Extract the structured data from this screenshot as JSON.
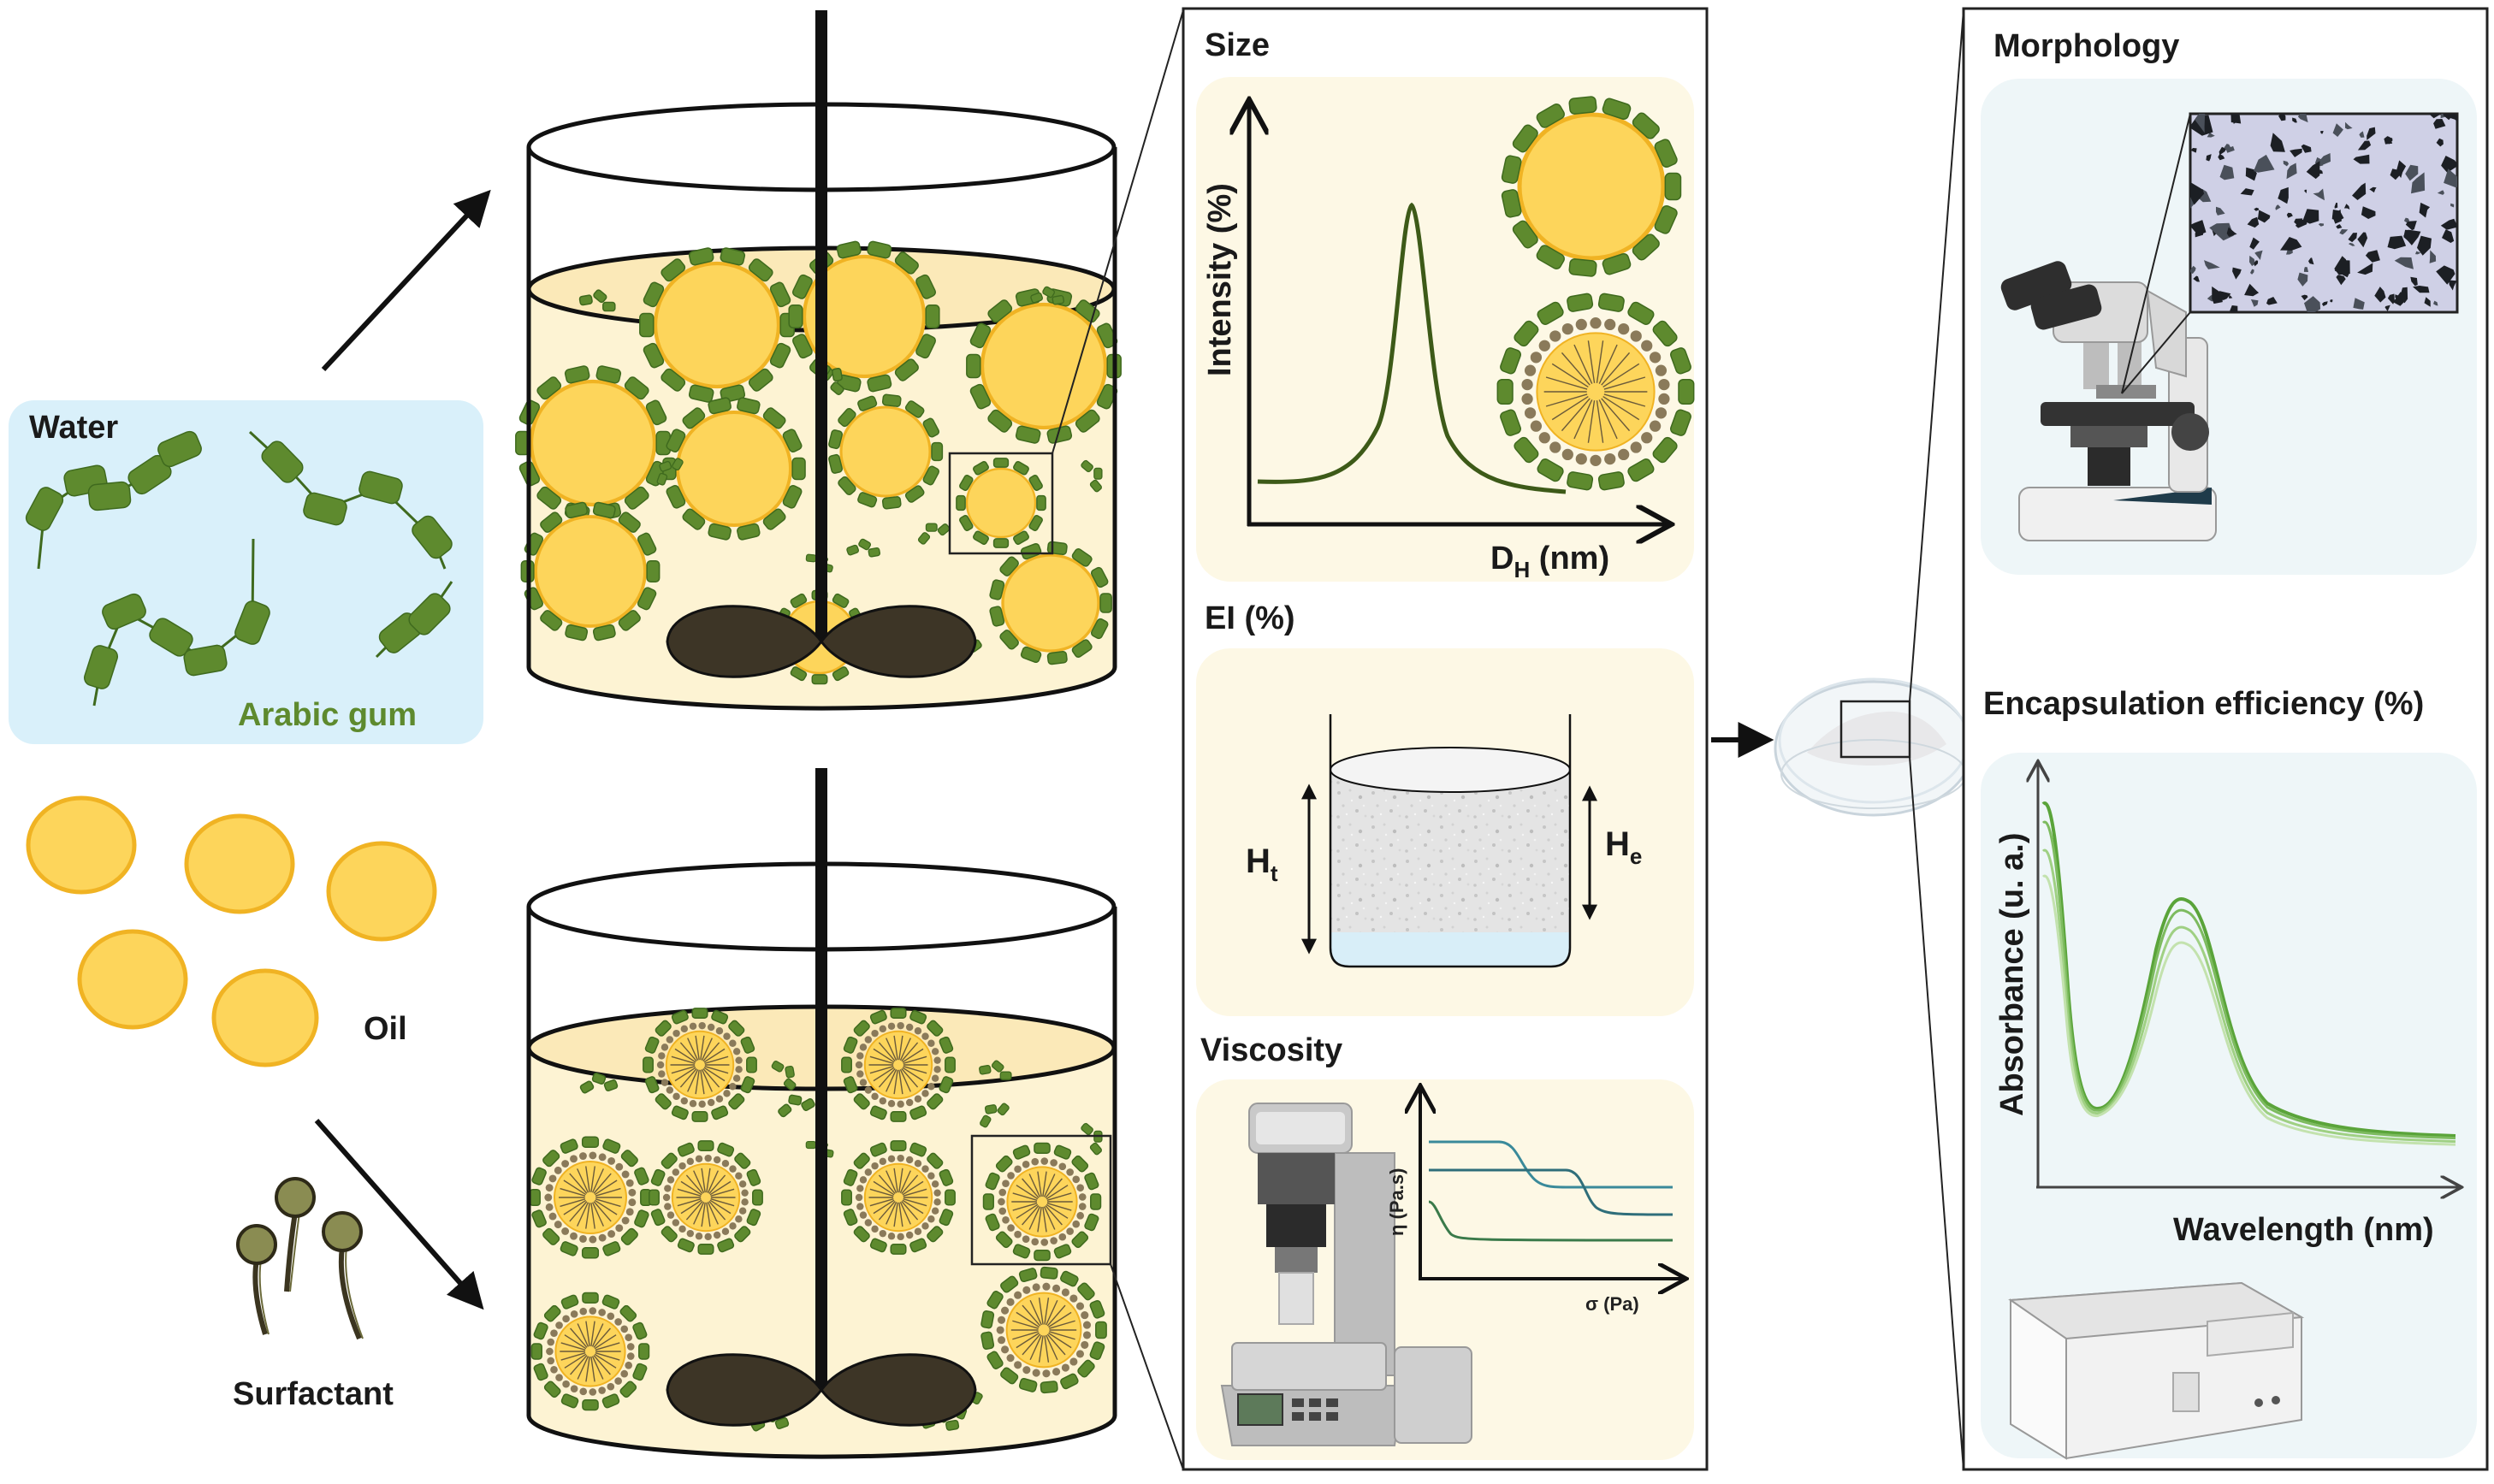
{
  "ingredients": {
    "water_label": "Water",
    "gum_label": "Arabic gum",
    "oil_label": "Oil",
    "surfactant_label": "Surfactant"
  },
  "size_panel": {
    "title": "Size",
    "ylabel": "Intensity (%)",
    "xlabel_main": "D",
    "xlabel_sub": "H",
    "xlabel_unit": " (nm)"
  },
  "ei_panel": {
    "title": "EI (%)",
    "ht_main": "H",
    "ht_sub": "t",
    "he_main": "H",
    "he_sub": "e"
  },
  "viscosity_panel": {
    "title": "Viscosity",
    "ylabel": "η (Pa.s)",
    "xlabel": "σ (Pa)"
  },
  "morphology_panel": {
    "title": "Morphology"
  },
  "encapsulation_panel": {
    "title": "Encapsulation efficiency (%)",
    "ylabel": "Absorbance (u. a.)",
    "xlabel": "Wavelength (nm)"
  },
  "colors": {
    "gum_green": "#5e8a2e",
    "gum_dark": "#3f6a1e",
    "oil_yellow": "#fdd55b",
    "oil_edge": "#f0b323",
    "emulsion_fill": "#fdf3d3",
    "water_blue": "#d9f0fa",
    "panel_cream": "#fdf8e5",
    "panel_blue": "#eef6f8",
    "impeller": "#3d3526",
    "spectrum_green": "#5aa43a"
  }
}
